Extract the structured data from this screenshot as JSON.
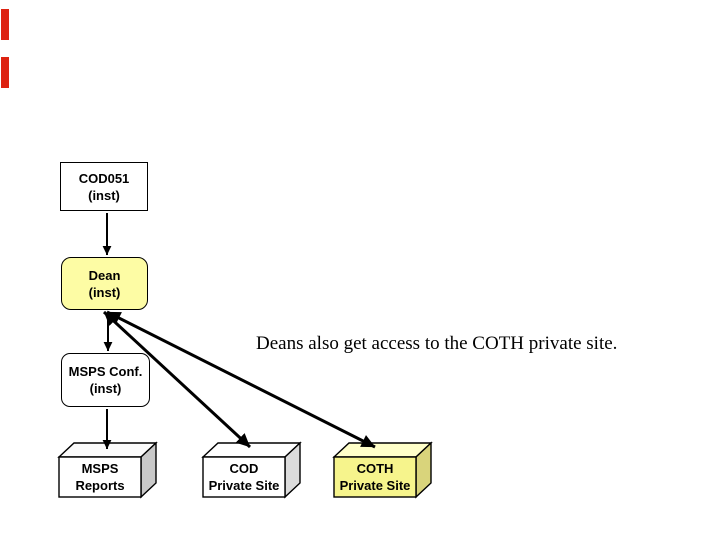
{
  "slide": {
    "caption": "Deans also get access to the COTH private site."
  },
  "nodes": {
    "cod051": {
      "line1": "COD051",
      "line2": "(inst)"
    },
    "dean": {
      "line1": "Dean",
      "line2": "(inst)"
    },
    "msps_conf": {
      "line1": "MSPS Conf.",
      "line2": "(inst)"
    },
    "msps_reports": {
      "line1": "MSPS",
      "line2": "Reports"
    },
    "cod_private": {
      "line1": "COD",
      "line2": "Private Site"
    },
    "coth_private": {
      "line1": "COTH",
      "line2": "Private Site"
    }
  },
  "edges": [
    {
      "from": "cod051",
      "to": "dean",
      "style": "thin-arrow"
    },
    {
      "from": "dean",
      "to": "msps_conf",
      "style": "thin-arrow"
    },
    {
      "from": "msps_conf",
      "to": "msps_reports",
      "style": "thin-arrow"
    },
    {
      "from": "dean",
      "to": "cod_private",
      "style": "thick-double-arrow"
    },
    {
      "from": "dean",
      "to": "coth_private",
      "style": "thick-double-arrow"
    }
  ],
  "colors": {
    "background": "#ffffff",
    "line": "#000000",
    "box_border": "#000000",
    "dean_fill": "#fdfca4",
    "white_cube_front": "#ffffff",
    "msps_cube_top": "#fbfbfb",
    "msps_cube_side": "#c9c9c9",
    "cod_cube_top": "#ffffff",
    "cod_cube_side": "#dcdcdc",
    "coth_cube_front": "#f6f48c",
    "coth_cube_top": "#ffffc9",
    "coth_cube_side": "#d9d47b",
    "edge_mark_red": "#dd2211"
  }
}
